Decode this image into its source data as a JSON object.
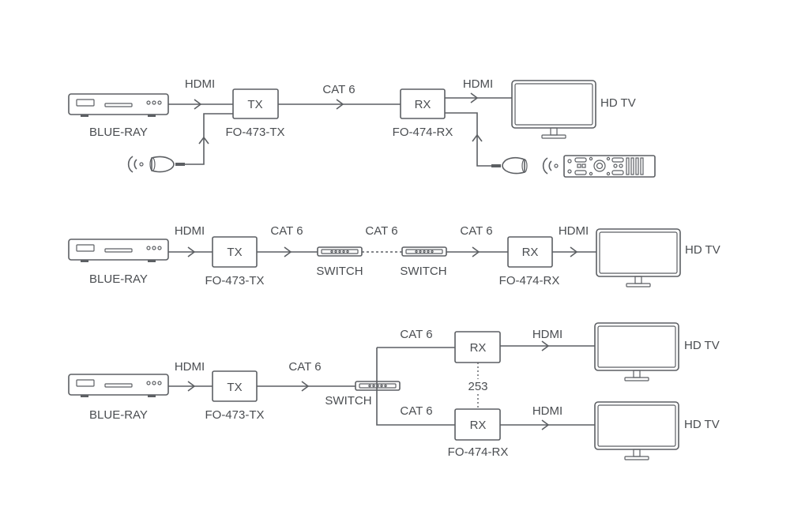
{
  "colors": {
    "stroke": "#5c5f63",
    "text": "#4a4d51",
    "background": "#ffffff"
  },
  "labels": {
    "hdmi": "HDMI",
    "cat6": "CAT 6",
    "tx": "TX",
    "rx": "RX",
    "tx_model": "FO-473-TX",
    "rx_model": "FO-474-RX",
    "source": "BLUE-RAY",
    "display": "HD TV",
    "switch": "SWITCH",
    "max_receivers": "253"
  },
  "scenarios": [
    {
      "name": "point-to-point with IR",
      "chain": [
        "BLUE-RAY",
        "HDMI",
        "TX",
        "CAT 6",
        "RX",
        "HDMI",
        "HD TV"
      ],
      "extras": [
        "IR receiver at TX",
        "IR emitter at RX",
        "remote control"
      ]
    },
    {
      "name": "via two switches",
      "chain": [
        "BLUE-RAY",
        "HDMI",
        "TX",
        "CAT 6",
        "SWITCH",
        "CAT 6",
        "SWITCH",
        "CAT 6",
        "RX",
        "HDMI",
        "HD TV"
      ]
    },
    {
      "name": "one to many",
      "chain": [
        "BLUE-RAY",
        "HDMI",
        "TX",
        "CAT 6",
        "SWITCH"
      ],
      "branches": [
        [
          "CAT 6",
          "RX",
          "HDMI",
          "HD TV"
        ],
        [
          "CAT 6",
          "RX",
          "HDMI",
          "HD TV"
        ]
      ],
      "receiver_count": "253"
    }
  ]
}
